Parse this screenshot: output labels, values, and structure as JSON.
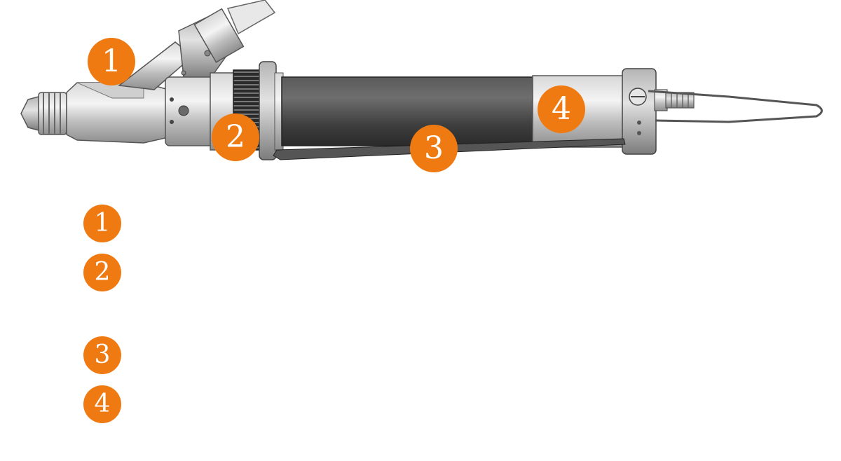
{
  "accent_color": "#F07A12",
  "callouts": [
    {
      "number": "1"
    },
    {
      "number": "2"
    },
    {
      "number": "3"
    },
    {
      "number": "4"
    }
  ],
  "legend": [
    {
      "number": "1",
      "text": ""
    },
    {
      "number": "2",
      "text": ""
    },
    {
      "number": "3",
      "text": ""
    },
    {
      "number": "4",
      "text": ""
    }
  ],
  "image": {
    "subject": "welding-torch-drawing"
  }
}
